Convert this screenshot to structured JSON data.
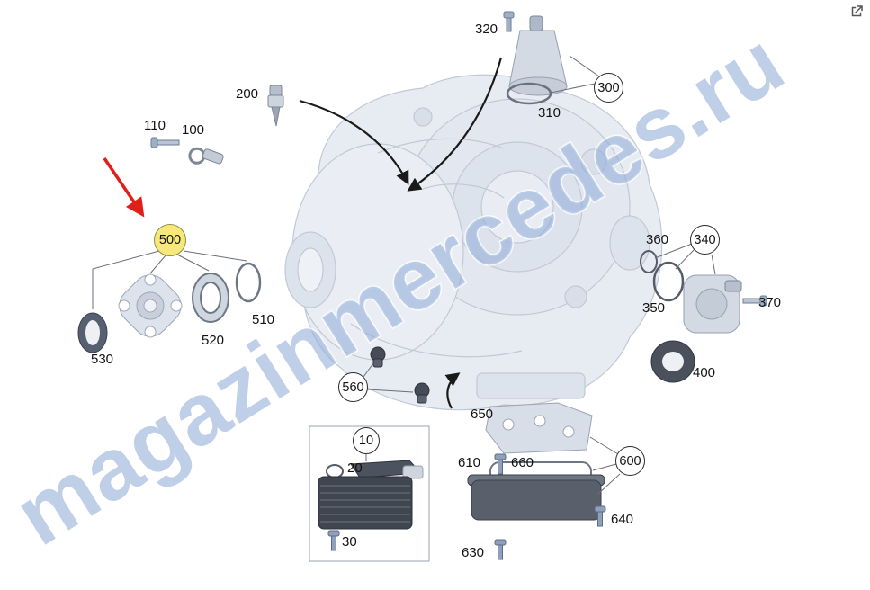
{
  "watermark": {
    "text": "magazinmercedes.ru"
  },
  "icons": {
    "top_right": "external-link-icon"
  },
  "selection": {
    "highlighted_part": "500",
    "highlight_circle_fill": "#f6e87a",
    "highlight_arrow_color": "#e02018"
  },
  "parts": {
    "p10": "10",
    "p20": "20",
    "p30": "30",
    "p100": "100",
    "p110": "110",
    "p200": "200",
    "p300": "300",
    "p310": "310",
    "p320": "320",
    "p340": "340",
    "p350": "350",
    "p360": "360",
    "p370": "370",
    "p400": "400",
    "p500": "500",
    "p510": "510",
    "p520": "520",
    "p530": "530",
    "p560": "560",
    "p600": "600",
    "p610": "610",
    "p630": "630",
    "p640": "640",
    "p650": "650",
    "p660": "660"
  }
}
